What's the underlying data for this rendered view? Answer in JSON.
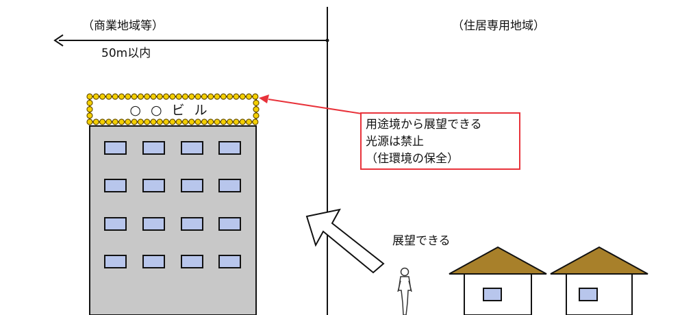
{
  "labels": {
    "commercial_zone": "（商業地域等）",
    "residential_zone": "（住居専用地域）",
    "distance": "50m以内",
    "view_possible": "展望できる"
  },
  "sign": {
    "text": "○○ビル"
  },
  "note": {
    "line1": "用途境から展望できる",
    "line2": "光源は禁止",
    "line3": "（住環境の保全）"
  },
  "colors": {
    "line": "#111111",
    "building": "#c8c8c8",
    "window": "#b8c6ec",
    "bulb": "#f5d000",
    "callout": "#e8323a",
    "roof": "#a8802a",
    "house": "#ffffff"
  }
}
